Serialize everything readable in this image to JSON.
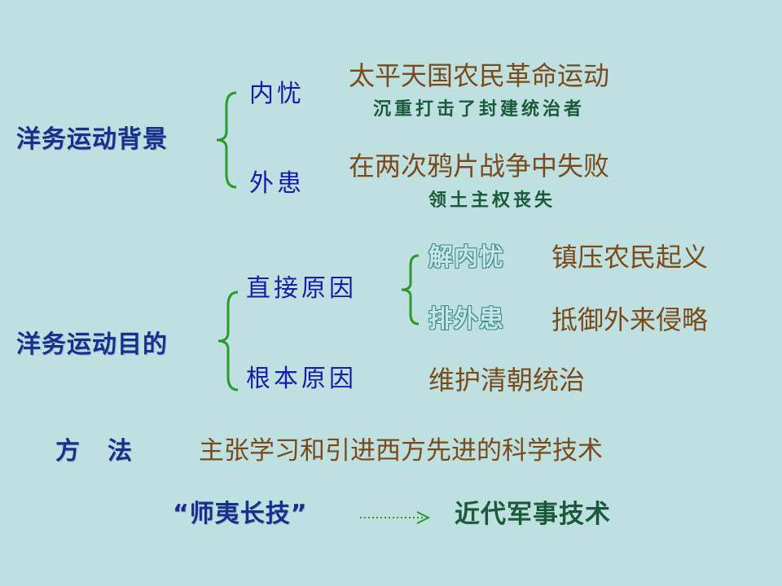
{
  "background": {
    "label": "洋务运动背景",
    "internal": {
      "label": "内忧",
      "event": "太平天国农民革命运动",
      "effect": "沉重打击了封建统治者"
    },
    "external": {
      "label": "外患",
      "event": "在两次鸦片战争中失败",
      "effect": "领土主权丧失"
    }
  },
  "purpose": {
    "label": "洋务运动目的",
    "direct": {
      "label": "直接原因",
      "internal": {
        "label": "解内忧",
        "action": "镇压农民起义"
      },
      "external": {
        "label": "排外患",
        "action": "抵御外来侵略"
      }
    },
    "root": {
      "label": "根本原因",
      "action": "维护清朝统治"
    }
  },
  "method": {
    "label": "方　法",
    "content": "主张学习和引进西方先进的科学技术"
  },
  "slogan": {
    "label": "“师夷长技”",
    "result": "近代军事技术"
  },
  "colors": {
    "background": "#bfe0e0",
    "heading_blue": "#1a2f8c",
    "brown_text": "#7a4a1a",
    "dark_green": "#1a5a3a",
    "bracket_green": "#2a9a2a"
  }
}
